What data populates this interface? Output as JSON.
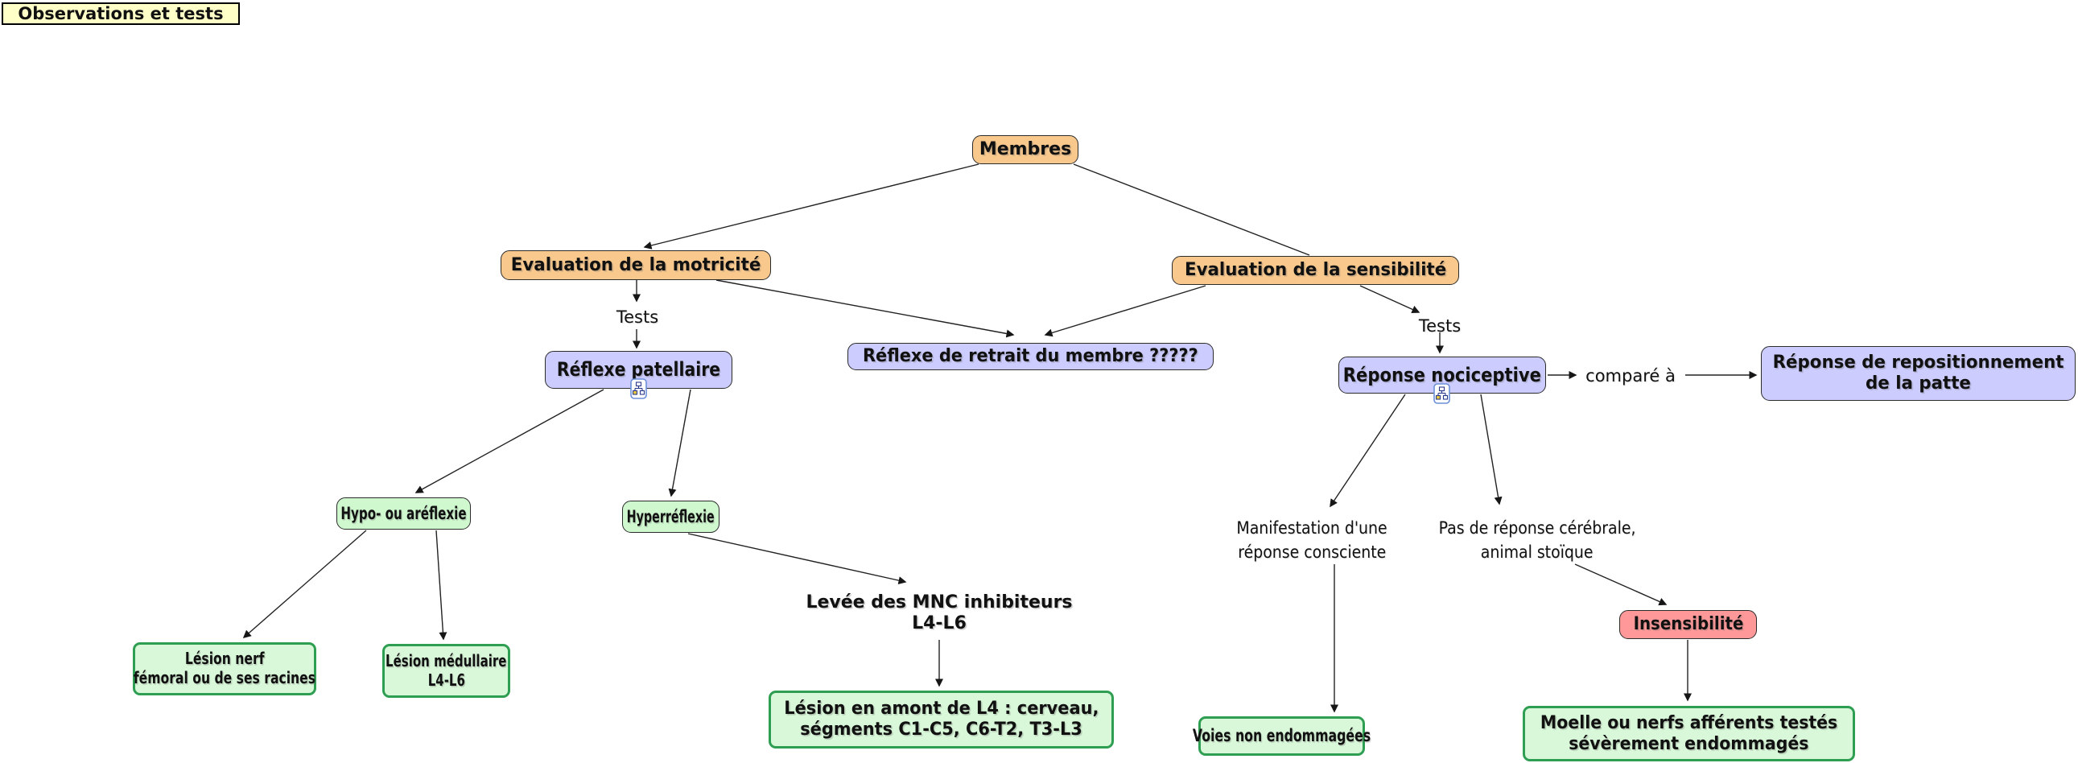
{
  "title_label": "Observations et tests",
  "nodes": {
    "membres": {
      "label": "Membres"
    },
    "eval_motricite": {
      "label": "Evaluation de la motricité"
    },
    "eval_sensibilite": {
      "label": "Evaluation de la sensibilité"
    },
    "reflexe_patellaire": {
      "label": "Réflexe patellaire"
    },
    "reflexe_retrait": {
      "label": "Réflexe de retrait du membre ?????"
    },
    "reponse_nociceptive": {
      "label": "Réponse nociceptive"
    },
    "reponse_repositionnement": {
      "line1": "Réponse de repositionnement",
      "line2": "de la patte"
    },
    "hypo_areflexie": {
      "label": "Hypo- ou aréflexie"
    },
    "hyperreflexie": {
      "label": "Hyperréflexie"
    },
    "lesion_nerf": {
      "line1": "Lésion nerf",
      "line2": "fémoral ou de ses racines"
    },
    "lesion_medullaire": {
      "line1": "Lésion médullaire",
      "line2": "L4-L6"
    },
    "levee_mnc": {
      "line1": "Levée des MNC inhibiteurs",
      "line2": "L4-L6"
    },
    "lesion_amont": {
      "line1": "Lésion en amont de L4 : cerveau,",
      "line2": "ségments C1-C5, C6-T2, T3-L3"
    },
    "manifestation": {
      "line1": "Manifestation d'une",
      "line2": "réponse consciente"
    },
    "pas_reponse": {
      "line1": "Pas de réponse cérébrale,",
      "line2": "animal stoïque"
    },
    "voies": {
      "label": "Voies non endommagées"
    },
    "insensibilite": {
      "label": "Insensibilité"
    },
    "moelle": {
      "line1": "Moelle ou nerfs afférents testés",
      "line2": "sévèrement endommagés"
    }
  },
  "link_labels": {
    "tests_left": "Tests",
    "tests_right": "Tests",
    "compare": "comparé à"
  },
  "icons": {
    "resource_icon": "concept-map-resource-icon"
  },
  "colors": {
    "concept_orange": "#F9C88C",
    "concept_lavender": "#CCCCFF",
    "concept_green": "#CFF8CF",
    "outcome_green_fill": "#D9F8D9",
    "outcome_green_border": "#2E9E52",
    "alert_red": "#FF9898",
    "title_yellow": "#FFFFC8"
  }
}
